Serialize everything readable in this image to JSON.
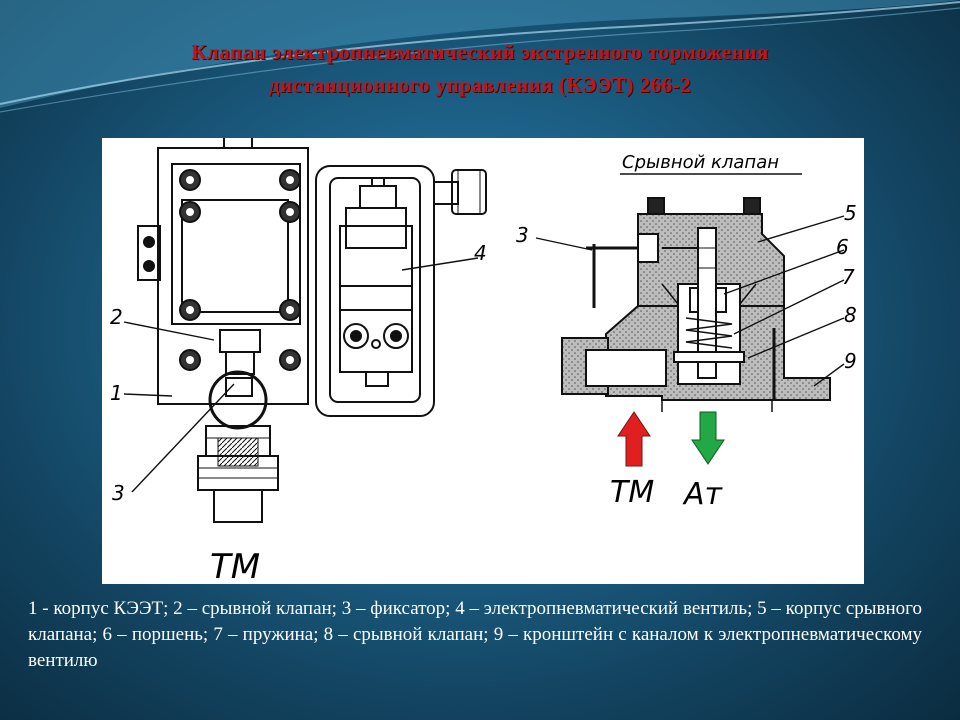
{
  "slide": {
    "title_line1": "Клапан электропневматический экстренного торможения",
    "title_line2": "дистанционного управления (КЭЭТ) 266-2",
    "caption": "1 -  корпус КЭЭТ; 2 – срывной клапан; 3 – фиксатор; 4 – электропневматический вентиль; 5 – корпус срывного клапана; 6 – поршень; 7 – пружина; 8 – срывной клапан; 9 – кронштейн с каналом к электропневматическому вентилю",
    "title_color": "#c0151a"
  },
  "diagram": {
    "left_labels": {
      "l1": "1",
      "l2": "2",
      "l3": "3",
      "l4": "4",
      "port": "ТМ"
    },
    "right_title": "Срывной клапан",
    "right_labels": {
      "l3": "3",
      "l5": "5",
      "l6": "6",
      "l7": "7",
      "l8": "8",
      "l9": "9"
    },
    "arrows": {
      "tm": {
        "label": "ТМ",
        "color": "#e02020",
        "direction": "up"
      },
      "at": {
        "label": "Ат",
        "color": "#22a844",
        "direction": "down"
      }
    }
  }
}
